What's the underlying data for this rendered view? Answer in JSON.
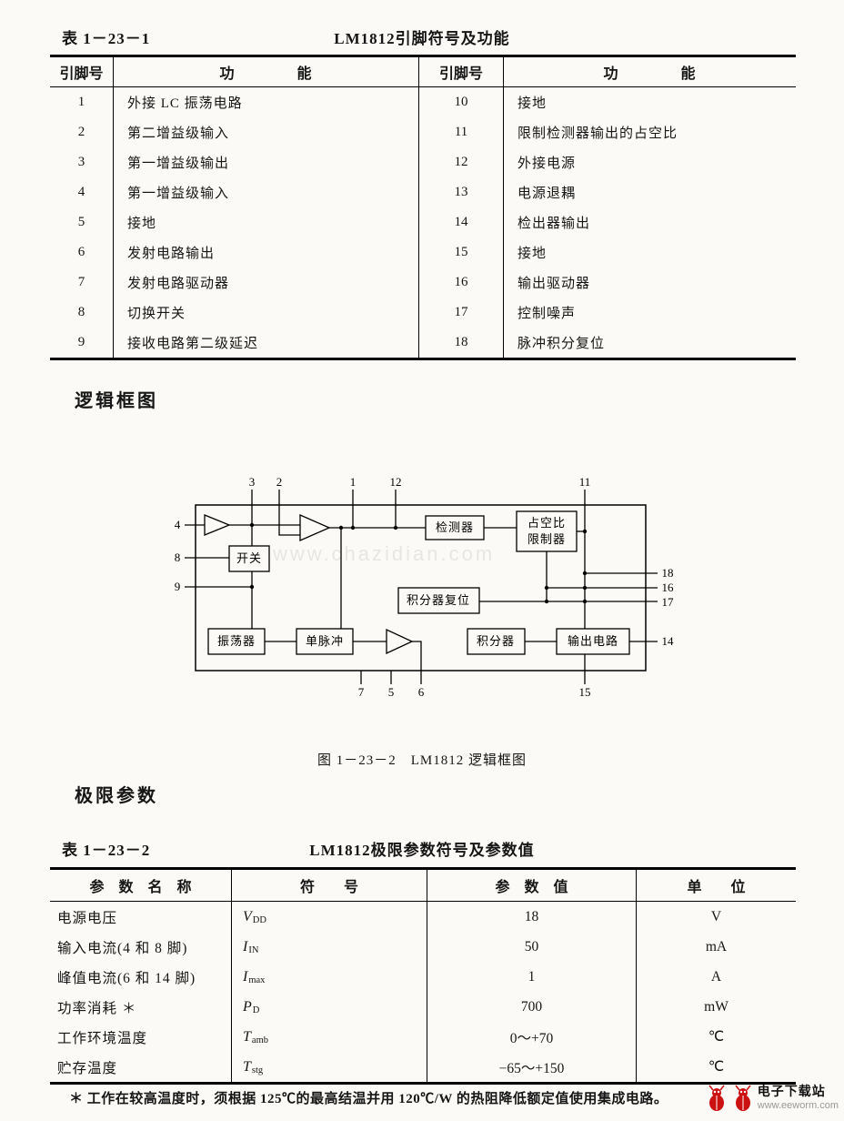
{
  "table1": {
    "label": "表 1－23－1",
    "title": "LM1812引脚符号及功能",
    "header_pin": "引脚号",
    "header_func": "功　　　　能",
    "left_rows": [
      {
        "pin": "1",
        "func": "外接 LC 振荡电路"
      },
      {
        "pin": "2",
        "func": "第二增益级输入"
      },
      {
        "pin": "3",
        "func": "第一增益级输出"
      },
      {
        "pin": "4",
        "func": "第一增益级输入"
      },
      {
        "pin": "5",
        "func": "接地"
      },
      {
        "pin": "6",
        "func": "发射电路输出"
      },
      {
        "pin": "7",
        "func": "发射电路驱动器"
      },
      {
        "pin": "8",
        "func": "切换开关"
      },
      {
        "pin": "9",
        "func": "接收电路第二级延迟"
      }
    ],
    "right_rows": [
      {
        "pin": "10",
        "func": "接地"
      },
      {
        "pin": "11",
        "func": "限制检测器输出的占空比"
      },
      {
        "pin": "12",
        "func": "外接电源"
      },
      {
        "pin": "13",
        "func": "电源退耦"
      },
      {
        "pin": "14",
        "func": "检出器输出"
      },
      {
        "pin": "15",
        "func": "接地"
      },
      {
        "pin": "16",
        "func": "输出驱动器"
      },
      {
        "pin": "17",
        "func": "控制噪声"
      },
      {
        "pin": "18",
        "func": "脉冲积分复位"
      }
    ]
  },
  "diagram": {
    "heading": "逻辑框图",
    "caption": "图 1－23－2　LM1812 逻辑框图",
    "watermark": "www.chazidian.com",
    "top_pins": [
      "3",
      "2",
      "1",
      "12",
      "11"
    ],
    "left_pins": [
      "4",
      "8",
      "9"
    ],
    "right_pins": [
      "18",
      "16",
      "17",
      "14"
    ],
    "bottom_pins": [
      "7",
      "5",
      "6",
      "15"
    ],
    "blocks": {
      "switch": "开关",
      "detector": "检测器",
      "duty_line1": "占空比",
      "duty_line2": "限制器",
      "integrator_reset": "积分器复位",
      "oscillator": "振荡器",
      "one_shot": "单脉冲",
      "integrator": "积分器",
      "output_circuit": "输出电路"
    }
  },
  "section2_heading": "极限参数",
  "table2": {
    "label": "表 1－23－2",
    "title": "LM1812极限参数符号及参数值",
    "headers": {
      "name": "参　数　名　称",
      "symbol": "符　　号",
      "value": "参　数　值",
      "unit": "单　　位"
    },
    "rows": [
      {
        "name": "电源电压",
        "sym": "V",
        "sub": "DD",
        "value": "18",
        "unit": "V"
      },
      {
        "name": "输入电流(4 和 8 脚)",
        "sym": "I",
        "sub": "IN",
        "value": "50",
        "unit": "mA"
      },
      {
        "name": "峰值电流(6 和 14 脚)",
        "sym": "I",
        "sub": "max",
        "value": "1",
        "unit": "A"
      },
      {
        "name": "功率消耗 ＊",
        "sym": "P",
        "sub": "D",
        "value": "700",
        "unit": "mW"
      },
      {
        "name": "工作环境温度",
        "sym": "T",
        "sub": "amb",
        "value": "0～+70",
        "unit": "℃"
      },
      {
        "name": "贮存温度",
        "sym": "T",
        "sub": "stg",
        "value": "−65～+150",
        "unit": "℃"
      }
    ]
  },
  "footnote": "＊ 工作在较高温度时，须根据 125℃的最高结温并用 120℃/W 的热阻降低额定值使用集成电路。",
  "site": {
    "name": "电子下载站",
    "url": "www.eeworm.com"
  }
}
